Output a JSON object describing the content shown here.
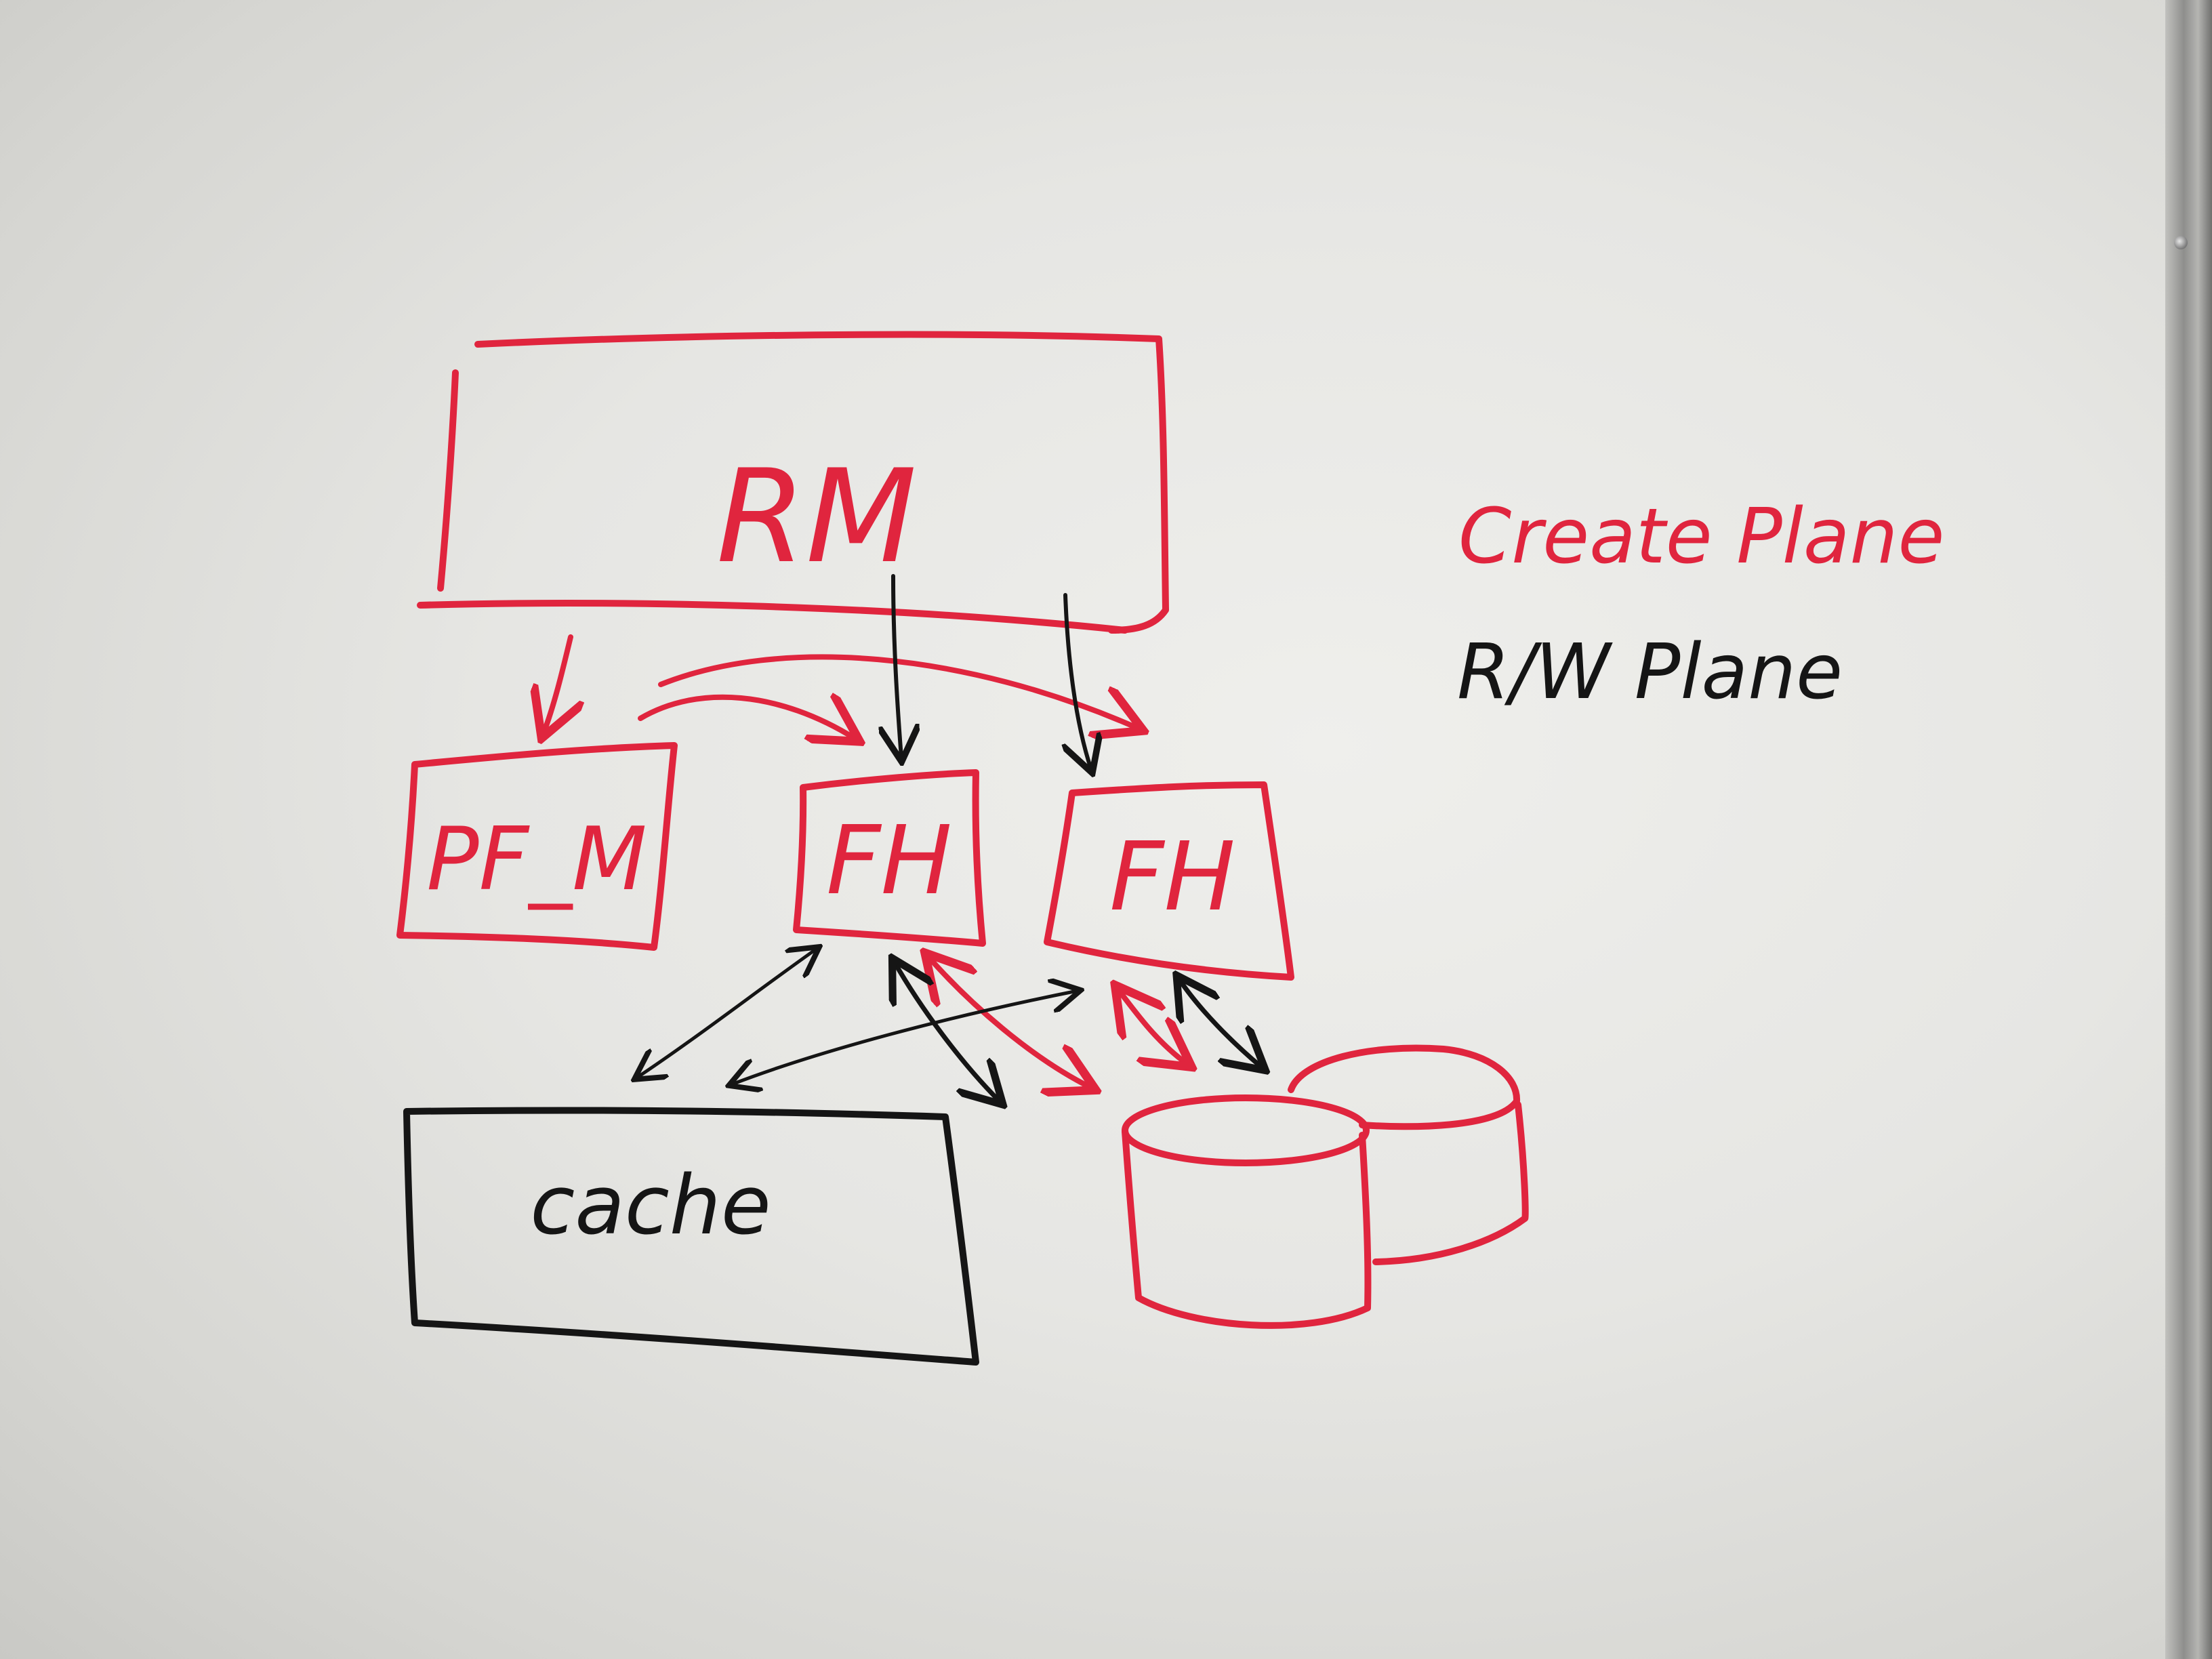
{
  "diagram": {
    "nodes": {
      "rm": {
        "label": "RM"
      },
      "pfm": {
        "label": "PF_M"
      },
      "fh1": {
        "label": "FH"
      },
      "fh2": {
        "label": "FH"
      },
      "cache": {
        "label": "cache"
      },
      "storage": {
        "label": ""
      }
    },
    "legend": {
      "create_plane": "Create Plane",
      "rw_plane": "R/W Plane"
    },
    "colors": {
      "create_plane": "#e0253e",
      "rw_plane": "#151515"
    },
    "edges": [
      {
        "from": "rm",
        "to": "pfm",
        "plane": "create"
      },
      {
        "from": "pfm",
        "to": "fh1",
        "plane": "create"
      },
      {
        "from": "pfm",
        "to": "fh2",
        "plane": "create"
      },
      {
        "from": "rm",
        "to": "fh1",
        "plane": "rw"
      },
      {
        "from": "rm",
        "to": "fh2",
        "plane": "rw"
      },
      {
        "from": "fh1",
        "to": "cache",
        "plane": "rw",
        "bidirectional": true
      },
      {
        "from": "fh2",
        "to": "cache",
        "plane": "rw",
        "bidirectional": true
      },
      {
        "from": "fh1",
        "to": "storage",
        "plane": "rw",
        "bidirectional": true
      },
      {
        "from": "fh1",
        "to": "storage",
        "plane": "create",
        "bidirectional": true
      },
      {
        "from": "fh2",
        "to": "storage",
        "plane": "rw",
        "bidirectional": true
      },
      {
        "from": "fh2",
        "to": "storage",
        "plane": "create",
        "bidirectional": true
      }
    ]
  }
}
